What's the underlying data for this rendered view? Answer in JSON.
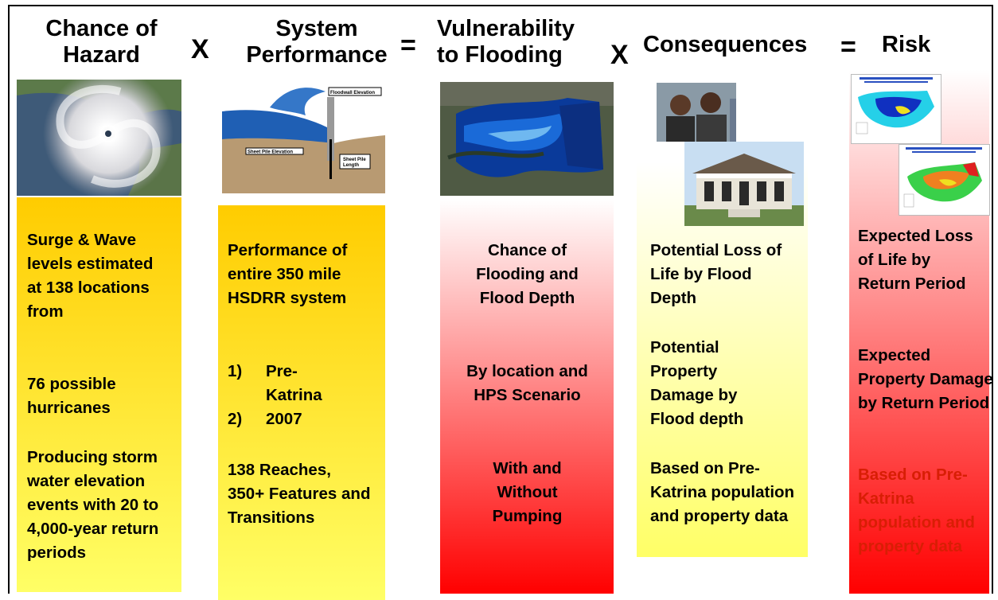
{
  "headers": {
    "hazard": [
      "Chance of",
      "Hazard"
    ],
    "performance": [
      "System",
      "Performance"
    ],
    "vulnerability": [
      "Vulnerability",
      "to Flooding"
    ],
    "consequences": "Consequences",
    "risk": "Risk"
  },
  "operators": [
    "X",
    "=",
    "X",
    "="
  ],
  "images": {
    "diagram_labels": [
      "Floodwall Elevation",
      "Sheet Pile Elevation",
      "Sheet Pile",
      "Length"
    ]
  },
  "columns": {
    "hazard": {
      "colors": [
        "#ffcc00",
        "#ffff66"
      ],
      "blocks": [
        "Surge & Wave levels estimated at 138 locations from",
        "76 possible hurricanes",
        "Producing storm water elevation events with 20 to 4,000-year return periods"
      ]
    },
    "performance": {
      "colors": [
        "#ffcc00",
        "#ffff66"
      ],
      "intro": "Performance of entire 350 mile HSDRR system",
      "list": [
        {
          "num": "1)",
          "text": "Pre-Katrina"
        },
        {
          "num": "2)",
          "text": "2007"
        }
      ],
      "outro": "138 Reaches, 350+ Features and Transitions"
    },
    "vulnerability": {
      "colors": [
        "#ffffff",
        "#ff0000"
      ],
      "blocks": [
        "Chance of Flooding and Flood Depth",
        "By location and HPS Scenario",
        "With and Without Pumping"
      ]
    },
    "consequences": {
      "colors": [
        "#ffffff",
        "#ffff66"
      ],
      "blocks": [
        "Potential Loss of Life by Flood Depth",
        "Potential Property Damage by Flood depth",
        "Based on Pre-Katrina population and property data"
      ]
    },
    "risk": {
      "colors": [
        "#ffffff",
        "#ff0000"
      ],
      "blocks": [
        "Expected Loss of Life by Return Period",
        "Expected Property Damage by Return Period",
        "Based on Pre-Katrina population and property data"
      ]
    }
  }
}
